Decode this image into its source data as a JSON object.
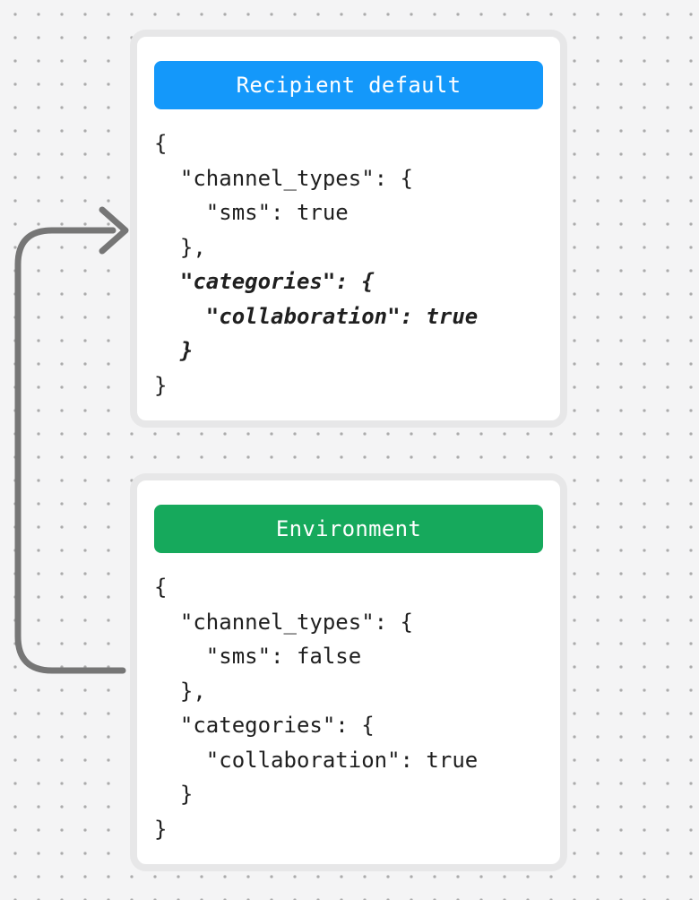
{
  "background": {
    "color": "#f4f4f5",
    "dot_color": "#ababab"
  },
  "arrow": {
    "color": "#767676"
  },
  "cards": [
    {
      "title": "Recipient default",
      "header_color": "#1498fa",
      "header_text_color": "#ffffff",
      "code_lines": [
        {
          "text": "{",
          "italic": false
        },
        {
          "text": "  \"channel_types\": {",
          "italic": false
        },
        {
          "text": "    \"sms\": true",
          "italic": false
        },
        {
          "text": "  },",
          "italic": false
        },
        {
          "text": "  \"categories\": {",
          "italic": true
        },
        {
          "text": "    \"collaboration\": true",
          "italic": true
        },
        {
          "text": "  }",
          "italic": true
        },
        {
          "text": "}",
          "italic": false
        }
      ]
    },
    {
      "title": "Environment",
      "header_color": "#16a95c",
      "header_text_color": "#ffffff",
      "code_lines": [
        {
          "text": "{",
          "italic": false
        },
        {
          "text": "  \"channel_types\": {",
          "italic": false
        },
        {
          "text": "    \"sms\": false",
          "italic": false
        },
        {
          "text": "  },",
          "italic": false
        },
        {
          "text": "  \"categories\": {",
          "italic": false
        },
        {
          "text": "    \"collaboration\": true",
          "italic": false
        },
        {
          "text": "  }",
          "italic": false
        },
        {
          "text": "}",
          "italic": false
        }
      ]
    }
  ]
}
